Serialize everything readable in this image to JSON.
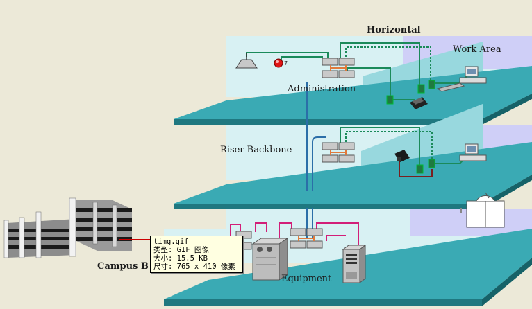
{
  "labels": {
    "horizontal": "Horizontal",
    "work_area": "Work Area",
    "administration": "Administration",
    "riser_backbone": "Riser Backbone",
    "campus": "Campus B",
    "equipment": "Equipment",
    "phone_digit": "7"
  },
  "tooltip": {
    "filename": "timg.gif",
    "type": "类型: GIF 图像",
    "size": "大小: 15.5 KB",
    "dimensions": "尺寸: 765 x 410 像素"
  },
  "colors": {
    "floor_top": "#3aaab4",
    "floor_edge": "#1f7880",
    "room_wall": "#d8f1f3",
    "partition": "#98d8de",
    "work_wall": "#cfcff7",
    "cable_green": "#1b8a5a",
    "cable_blue": "#2b6fa8",
    "cable_pink": "#d21e78",
    "cable_dark": "#7a1f1f",
    "campus_line": "#cc0000"
  }
}
